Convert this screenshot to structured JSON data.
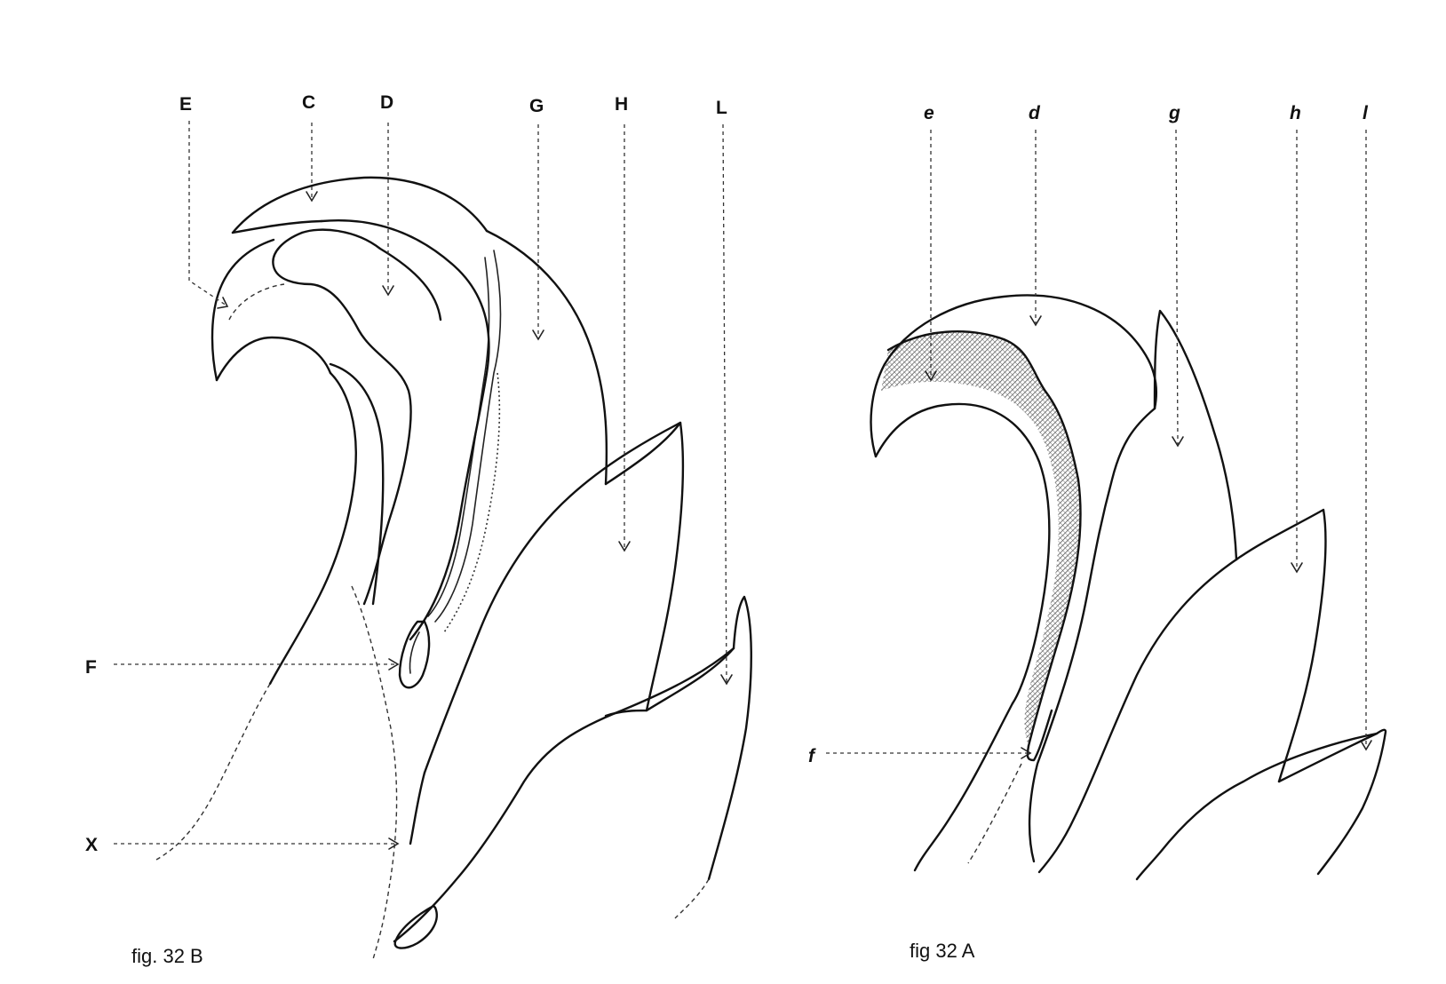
{
  "fig_b": {
    "caption": "fig. 32 B",
    "labels": {
      "E": "E",
      "C": "C",
      "D": "D",
      "G": "G",
      "H": "H",
      "L": "L",
      "F": "F",
      "X": "X"
    }
  },
  "fig_a": {
    "caption": "fig 32  A",
    "labels": {
      "e": "e",
      "d": "d",
      "g": "g",
      "h": "h",
      "l": "l",
      "f": "f"
    }
  }
}
